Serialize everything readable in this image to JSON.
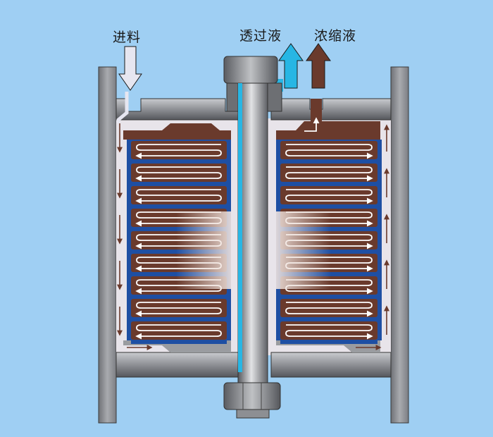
{
  "labels": {
    "feed": "进料",
    "permeate": "透过液",
    "concentrate": "浓缩液"
  },
  "colors": {
    "background": "#9fcff3",
    "frame": "#8d8f93",
    "membrane_blue": "#1e4fa3",
    "brown": "#6a3a2c",
    "permeate_arrow": "#27b6e4",
    "concentrate_arrow": "#6a3a2c",
    "feed_arrow": "#e6e6f0"
  },
  "icons": {
    "feed": "down-arrow-icon",
    "permeate": "up-arrow-icon",
    "concentrate": "up-arrow-icon"
  }
}
